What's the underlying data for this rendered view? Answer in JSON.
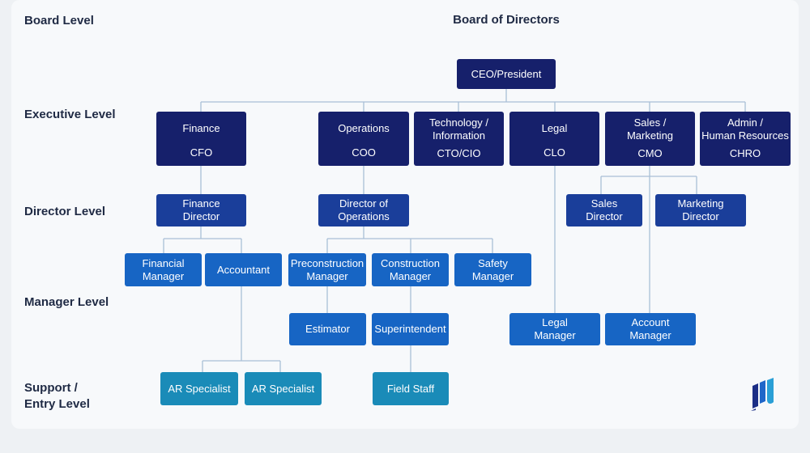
{
  "levels": {
    "board": "Board Level",
    "executive": "Executive Level",
    "director": "Director Level",
    "manager": "Manager Level",
    "support": "Support /\nEntry Level"
  },
  "board_title": "Board of Directors",
  "ceo": "CEO/President",
  "executives": {
    "finance": {
      "dept": "Finance",
      "role": "CFO"
    },
    "operations": {
      "dept": "Operations",
      "role": "COO"
    },
    "technology": {
      "dept": "Technology /\nInformation",
      "role": "CTO/CIO"
    },
    "legal": {
      "dept": "Legal",
      "role": "CLO"
    },
    "sales": {
      "dept": "Sales /\nMarketing",
      "role": "CMO"
    },
    "admin": {
      "dept": "Admin /\nHuman Resources",
      "role": "CHRO"
    }
  },
  "directors": {
    "finance": "Finance\nDirector",
    "operations": "Director of\nOperations",
    "sales": "Sales\nDirector",
    "marketing": "Marketing\nDirector"
  },
  "managers": {
    "financial": "Financial\nManager",
    "accountant": "Accountant",
    "preconstruction": "Preconstruction\nManager",
    "construction": "Construction\nManager",
    "safety": "Safety\nManager",
    "estimator": "Estimator",
    "superintendent": "Superintendent",
    "legal": "Legal\nManager",
    "account": "Account\nManager"
  },
  "support": {
    "ar1": "AR Specialist",
    "ar2": "AR Specialist",
    "field_staff": "Field Staff"
  },
  "colors": {
    "executive": "#16206b",
    "director": "#1a3e9a",
    "manager": "#1765c4",
    "support": "#1a8bb8",
    "connector": "#a9bfd6"
  },
  "logo_icon": "company-logo-icon"
}
